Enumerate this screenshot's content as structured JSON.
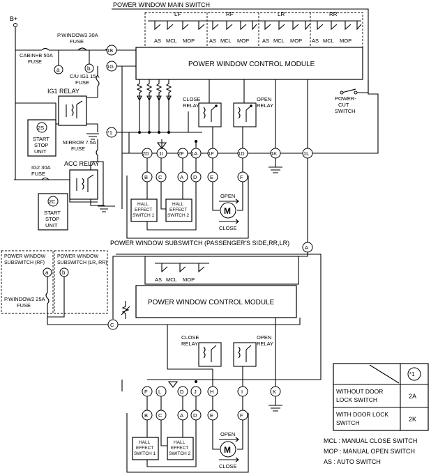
{
  "title_main": "POWER WINDOW MAIN SWITCH",
  "title_sub": "POWER WINDOW SUBSWITCH (PASSENGER'S SIDE,RR,LR)",
  "module_label": "POWER WINDOW CONTROL MODULE",
  "battery": "B+",
  "fuses": {
    "pwindow3": [
      "P.WINDOW3 30A",
      "FUSE"
    ],
    "cabin_b": [
      "CABIN+B 50A",
      "FUSE"
    ],
    "cu_ig1": [
      "C/U IG1 15A",
      "FUSE"
    ],
    "mirror": [
      "MIRROR 7.5A",
      "FUSE"
    ],
    "ig2": [
      "IG2 30A",
      "FUSE"
    ],
    "pwindow2": [
      "P.WINDOW2 25A",
      "FUSE"
    ]
  },
  "relays": {
    "ig1": "IG1 RELAY",
    "acc": "ACC RELAY",
    "close": [
      "CLOSE",
      "RELAY"
    ],
    "open": [
      "OPEN",
      "RELAY"
    ],
    "power_cut": [
      "POWER-",
      "CUT",
      "SWITCH"
    ]
  },
  "start_stop": [
    "START",
    "STOP",
    "UNIT"
  ],
  "start_stop_ids": [
    "2S",
    "2C"
  ],
  "switch_groups": [
    "LF",
    "RF",
    "LR",
    "RR"
  ],
  "switch_labels": [
    "AS",
    "MCL",
    "MOP"
  ],
  "hall": [
    "HALL",
    "EFFECT",
    "SWITCH 1",
    "SWITCH 2"
  ],
  "motor": "M",
  "motor_dir": [
    "OPEN",
    "CLOSE"
  ],
  "sub_boxes": {
    "rf": [
      "POWER WINDOW",
      "SUBSWITCH (RF)"
    ],
    "lr_rr": [
      "POWER WINDOW",
      "SUBSWITCH (LR, RR)"
    ]
  },
  "terminals_main": [
    "1B",
    "1G",
    "2D",
    "1I",
    "2F",
    "1A",
    "1F",
    "1D",
    "1K",
    "1L"
  ],
  "terminals_main_lower": [
    "B",
    "C",
    "A",
    "D",
    "E",
    "F"
  ],
  "terminals_sub": [
    "F",
    "L",
    "D",
    "J",
    "H",
    "I",
    "K"
  ],
  "terminals_misc": [
    "a",
    "b",
    "*1",
    "A",
    "C"
  ],
  "legend_table": {
    "header": "*1",
    "rows": [
      {
        "label": [
          "WITHOUT DOOR",
          "LOCK SWITCH"
        ],
        "value": "2A"
      },
      {
        "label": [
          "WITH DOOR LOCK",
          "SWITCH"
        ],
        "value": "2K"
      }
    ]
  },
  "abbreviations": [
    "MCL : MANUAL CLOSE SWITCH",
    "MOP : MANUAL OPEN SWITCH",
    "AS : AUTO SWITCH"
  ]
}
